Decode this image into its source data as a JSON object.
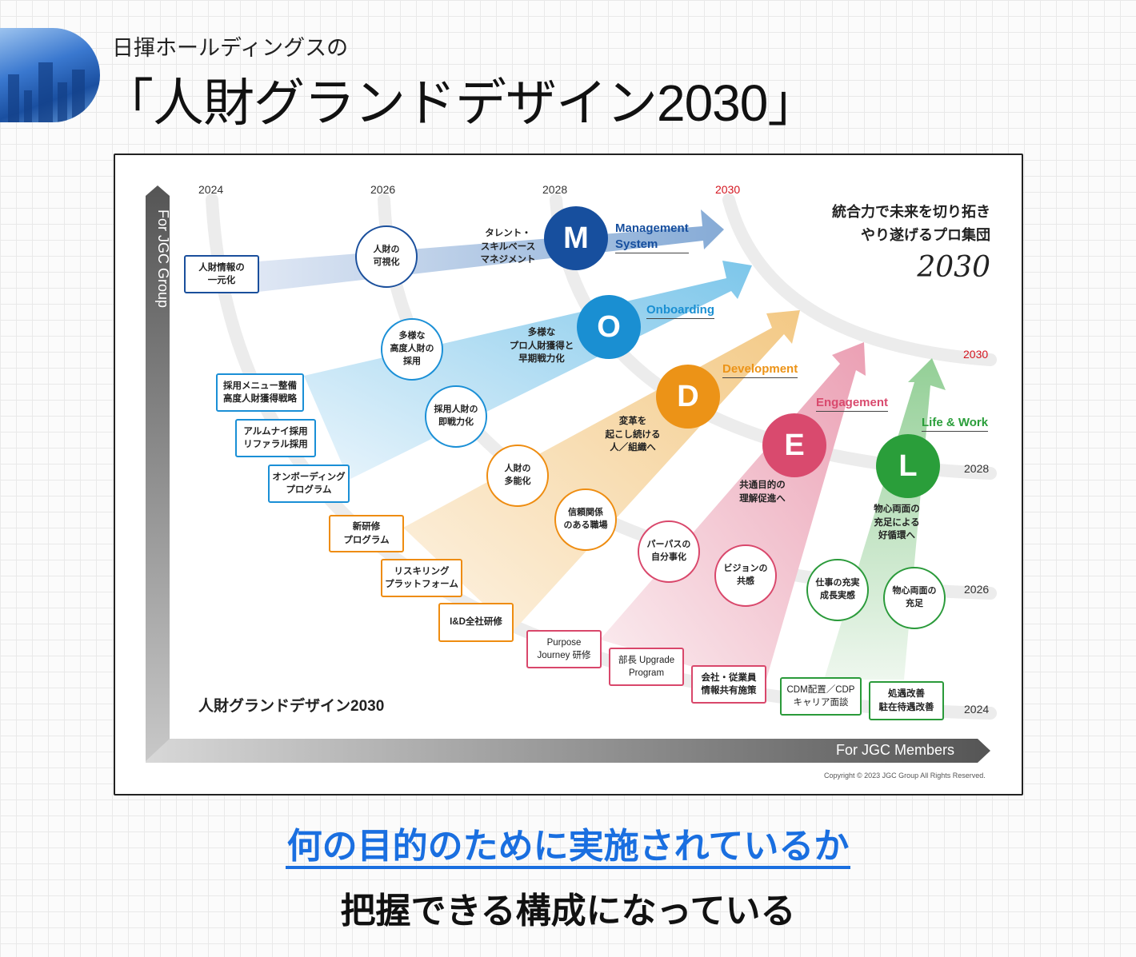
{
  "header": {
    "subtitle": "日揮ホールディングスの",
    "title": "「人財グランドデザイン2030」"
  },
  "diagram": {
    "years_top": [
      "2024",
      "2026",
      "2028",
      "2030"
    ],
    "years_right": [
      "2030",
      "2028",
      "2026",
      "2024"
    ],
    "y_axis": "For JGC Group",
    "x_axis": "For JGC Members",
    "vision": {
      "line1": "統合力で未来を切り拓き",
      "line2": "やり遂げるプロ集団",
      "year": "2030"
    },
    "caption": "人財グランドデザイン2030",
    "copyright": "Copyright © 2023 JGC Group All Rights Reserved.",
    "pillars": [
      {
        "letter": "M",
        "label": "Management\nSystem",
        "desc": "タレント・\nスキルベース\nマネジメント",
        "color": "#174f9e"
      },
      {
        "letter": "O",
        "label": "Onboarding",
        "desc": "多様な\nプロ人財獲得と\n早期戦力化",
        "color": "#1a8fd2"
      },
      {
        "letter": "D",
        "label": "Development",
        "desc": "変革を\n起こし続ける\n人／組織へ",
        "color": "#ec9317"
      },
      {
        "letter": "E",
        "label": "Engagement",
        "desc": "共通目的の\n理解促進へ",
        "color": "#d94a6e"
      },
      {
        "letter": "L",
        "label": "Life & Work",
        "desc": "物心両面の\n充足による\n好循環へ",
        "color": "#2a9e3a"
      }
    ],
    "boxes": [
      "人財情報の\n一元化",
      "採用メニュー整備\n高度人財獲得戦略",
      "アルムナイ採用\nリファラル採用",
      "オンボーディング\nプログラム",
      "新研修\nプログラム",
      "リスキリング\nプラットフォーム",
      "I&D全社研修",
      "Purpose\nJourney 研修",
      "部長 Upgrade\nProgram",
      "会社・従業員\n情報共有施策",
      "CDM配置／CDP\nキャリア面談",
      "処遇改善\n駐在待遇改善"
    ],
    "circles": [
      "人財の\n可視化",
      "多様な\n高度人財の\n採用",
      "採用人財の\n即戦力化",
      "人財の\n多能化",
      "信頼関係\nのある職場",
      "パーパスの\n自分事化",
      "ビジョンの\n共感",
      "仕事の充実\n成長実感",
      "物心両面の\n充足"
    ]
  },
  "footer": {
    "line1": "何の目的のために実施されているか",
    "line2": "把握できる構成になっている",
    "accent": "#1a6fe0"
  }
}
